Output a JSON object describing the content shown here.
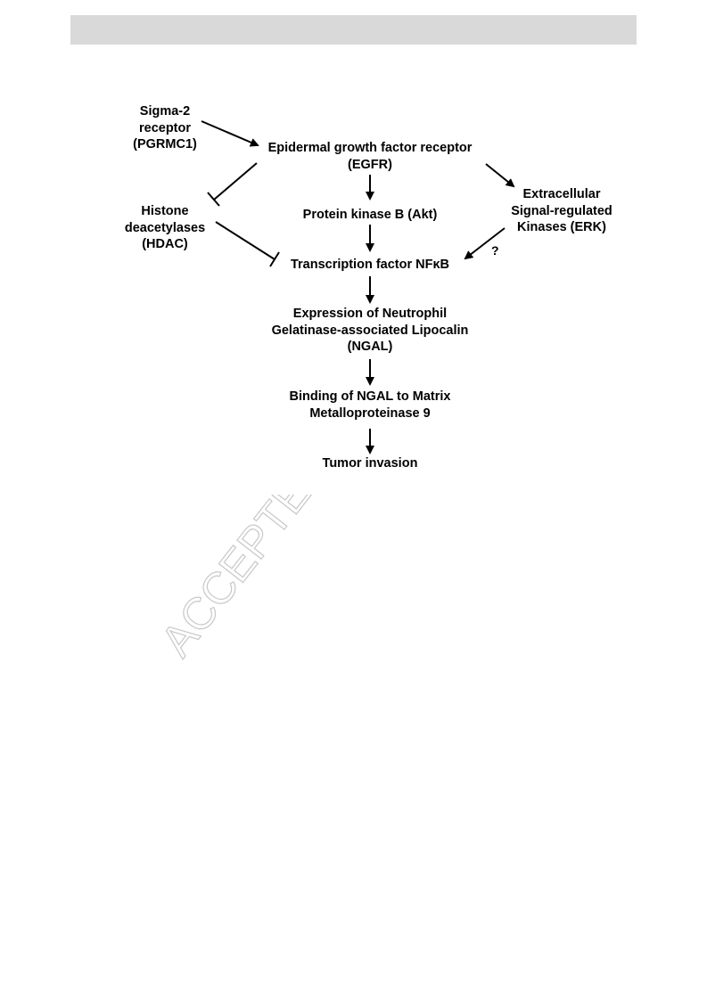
{
  "diagram": {
    "nodes": {
      "sigma2": [
        "Sigma-2",
        "receptor",
        "(PGRMC1)"
      ],
      "egfr": [
        "Epidermal growth factor receptor",
        "(EGFR)"
      ],
      "hdac": [
        "Histone",
        "deacetylases",
        "(HDAC)"
      ],
      "akt": [
        "Protein kinase B (Akt)"
      ],
      "erk": [
        "Extracellular",
        "Signal-regulated",
        "Kinases (ERK)"
      ],
      "nfkb": [
        "Transcription factor NFκB"
      ],
      "ngal": [
        "Expression of Neutrophil",
        "Gelatinase-associated Lipocalin",
        "(NGAL)"
      ],
      "mmp9": [
        "Binding of NGAL to Matrix",
        "Metalloproteinase 9"
      ],
      "tumor": [
        "Tumor invasion"
      ]
    },
    "edges": [
      {
        "from": "sigma2",
        "to": "egfr",
        "type": "activates"
      },
      {
        "from": "egfr",
        "to": "hdac",
        "type": "inhibits"
      },
      {
        "from": "egfr",
        "to": "akt",
        "type": "activates"
      },
      {
        "from": "egfr",
        "to": "erk",
        "type": "activates"
      },
      {
        "from": "akt",
        "to": "nfkb",
        "type": "activates"
      },
      {
        "from": "hdac",
        "to": "nfkb",
        "type": "inhibits"
      },
      {
        "from": "erk",
        "to": "nfkb",
        "type": "activates",
        "label": "?"
      },
      {
        "from": "nfkb",
        "to": "ngal",
        "type": "activates"
      },
      {
        "from": "ngal",
        "to": "mmp9",
        "type": "activates"
      },
      {
        "from": "mmp9",
        "to": "tumor",
        "type": "activates"
      }
    ],
    "watermark": "ACCEPTED"
  },
  "colors": {
    "header_bar": "#d9d9d9",
    "watermark": "#c8c8c8",
    "ink": "#000000"
  }
}
